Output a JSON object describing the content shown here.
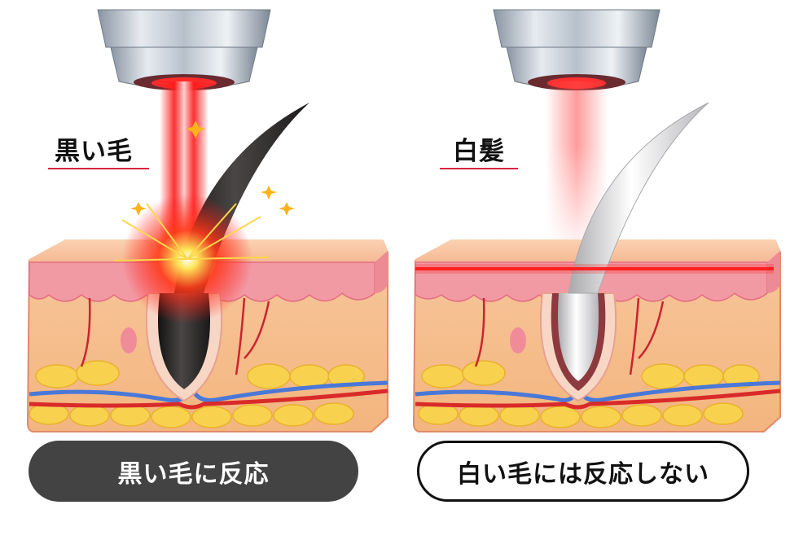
{
  "left_panel": {
    "label": "黒い毛",
    "result": "黒い毛に反応",
    "hair_color": "#2a2626",
    "beam": "focused-intense",
    "effect": "burst-sparks"
  },
  "right_panel": {
    "label": "白髪",
    "result": "白い毛には反応しない",
    "hair_color": "#e6e6e8",
    "beam": "diffuse-faint",
    "effect": "none"
  },
  "colors": {
    "laser_red": "#ff1a1a",
    "label_underline": "#d8263c",
    "dark_button": "#434343",
    "skin_top": "#f7c4a0",
    "epidermis": "#f08c9a",
    "dermis": "#f6c08e",
    "fat": "#f7cf4a",
    "vein": "#4a78d8",
    "artery": "#d92a2a"
  },
  "icons": {
    "device_head": "laser-device-head-icon",
    "skin_block": "skin-cross-section-icon",
    "hair": "hair-follicle-icon"
  }
}
